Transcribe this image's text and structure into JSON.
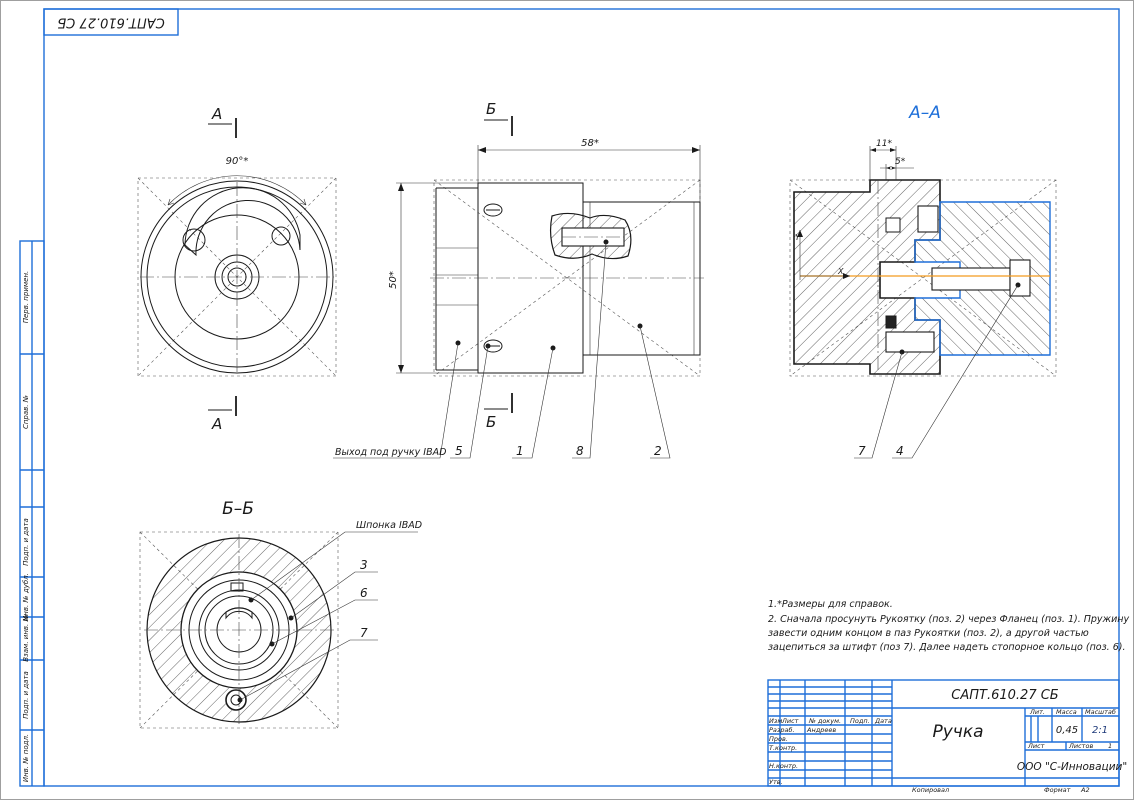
{
  "stamp_code": "САПТ.610.27 СБ",
  "side_labels": [
    "Перв. примен.",
    "Справ. №",
    "Подп. и дата",
    "Инв. № дубл.",
    "Взам. инв. №",
    "Подп. и дата",
    "Инв. № подл."
  ],
  "view_front": {
    "angle_dim": "90°*",
    "cut_top": "А",
    "cut_bottom": "А"
  },
  "view_side": {
    "cut_top": "Б",
    "cut_bottom": "Б",
    "dim_length": "58*",
    "dim_height": "50*",
    "callout_outlet": "Выход под ручку IBAD",
    "positions": [
      "5",
      "1",
      "8",
      "2"
    ]
  },
  "section_aa": {
    "title": "А–А",
    "dim_11": "11*",
    "dim_5": "5*",
    "axis_y": "Y",
    "axis_x": "X",
    "positions": [
      "7",
      "4"
    ]
  },
  "section_bb": {
    "title": "Б–Б",
    "callout_key": "Шпонка IBAD",
    "positions": [
      "3",
      "6",
      "7"
    ]
  },
  "notes": [
    "1.*Размеры для справок.",
    "2. Сначала просунуть Рукоятку (поз. 2) через Фланец (поз. 1). Пружину",
    "завести одним концом в паз Рукоятки (поз. 2), а другой частью",
    "зацепиться за штифт (поз 7). Далее надеть стопорное кольцо (поз. 6)."
  ],
  "title_block": {
    "designation": "САПТ.610.27 СБ",
    "name": "Ручка",
    "col_headers": [
      "Изм",
      "Лист",
      "№ докум.",
      "Подп.",
      "Дата"
    ],
    "roles": [
      "Разраб.",
      "Пров.",
      "Т.контр.",
      "Н.контр.",
      "Утв."
    ],
    "developer": "Андреев",
    "lit_label": "Лит.",
    "mass_label": "Масса",
    "scale_label": "Масштаб",
    "mass_value": "0,45",
    "scale_value": "2:1",
    "sheet_label": "Лист",
    "sheets_label": "Листов",
    "sheets_value": "1",
    "company": "ООО \"С-Инновации\"",
    "copied_label": "Копировал",
    "format_label": "Формат",
    "format_value": "А2"
  }
}
